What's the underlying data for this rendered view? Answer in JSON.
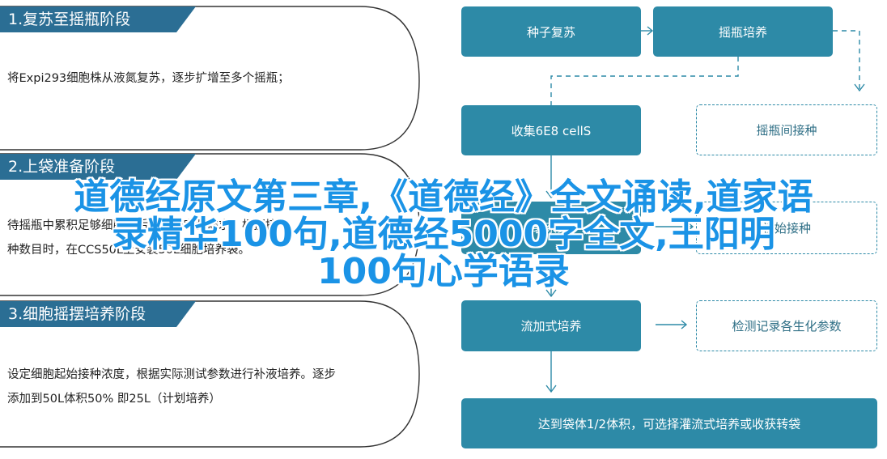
{
  "stages": [
    {
      "title": "1.复苏至摇瓶阶段",
      "lines": [
        "将Expi293细胞株从液氮复苏，逐步扩增至多个摇瓶；"
      ]
    },
    {
      "title": "2.上袋准备阶段",
      "lines": [
        "待摇瓶中累积足够细胞量后，根据实验需求，根据接",
        "种数目时，在CCS50L上安装50L细胞培养袋。"
      ]
    },
    {
      "title": "3.细胞摇摆培养阶段",
      "lines": [
        "设定细胞起始接种浓度，根据实际测试参数进行补液培养。逐步",
        "添加到50L体积50% 即25L（计划培养）"
      ]
    }
  ],
  "flow": {
    "revive": "种子复苏",
    "shake_flask": "摇瓶培养",
    "collect": "收集6E8 cellS",
    "flask_inoc": "摇瓶间接种",
    "system": "袋系统",
    "initial_inoc": "初始接种",
    "fed_batch": "流加式培养",
    "record": "检测记录各生化参数",
    "final": "达到袋体1/2体积，可选择灌流式培养或收获转袋"
  },
  "watermark": [
    "道德经原文第三章,《道德经》全文诵读,道家语",
    "录精华100句,道德经5000字全文,王阳明",
    "100句心学语录"
  ],
  "colors": {
    "accent": "#2d8aa7",
    "title_bar": "#2b6e94",
    "watermark": "#1a93e6"
  }
}
